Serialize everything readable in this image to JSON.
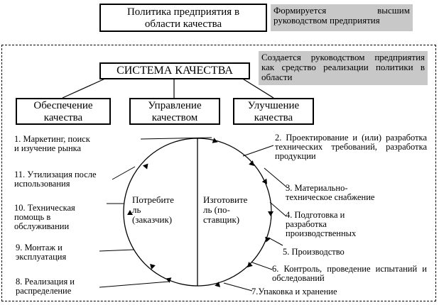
{
  "top_policy": {
    "line1": "Политика предприятия в",
    "line2": "области качества"
  },
  "top_note": "Формируется высшим руководством предприятия",
  "system": {
    "title": "СИСТЕМА КАЧЕСТВА",
    "note": "Создается руководством предприятия как средство реализации политики в области"
  },
  "pillars": [
    {
      "line1": "Обеспечение",
      "line2": "качества"
    },
    {
      "line1": "Управление",
      "line2": "качеством"
    },
    {
      "line1": "Улучшение",
      "line2": "качества"
    }
  ],
  "circle": {
    "left_label": "Потребите\nль\n(заказчик)",
    "right_label": "Изготовите\nль   (по-\nставщик)"
  },
  "stages": {
    "s1": "1. Маркетинг, поиск\n    и изучение рынка",
    "s2": "2. Проектирование и (или) разработка технических требований, разработка продукции",
    "s3": "3. Материально-\n    техническое снабжение",
    "s4": "4. Подготовка и\n    разработка\n    производственных",
    "s5": "5. Производство",
    "s6": "6. Контроль, проведение испытаний и обследований",
    "s7": "7.Упаковка и хранение",
    "s8": "8. Реализация и\nраспределение",
    "s9": "9. Монтаж и\n    эксплуатация",
    "s10": "10. Техническая\n      помощь в\n      обслуживании",
    "s11": "11. Утилизация после\n      использования"
  }
}
